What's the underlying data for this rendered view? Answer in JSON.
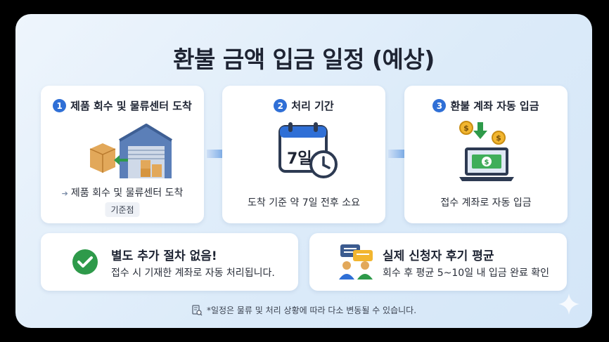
{
  "title": "환불 금액 입금 일정 (예상)",
  "steps": [
    {
      "num": "1",
      "heading": "제품 회수 및 물류센터 도착",
      "caption": "제품 회수 및 물류센터 도착",
      "tag": "기준점"
    },
    {
      "num": "2",
      "heading": "처리 기간",
      "calendar_text": "7일",
      "caption": "도착 기준 약 7일 전후 소요"
    },
    {
      "num": "3",
      "heading": "환불 계좌 자동 입금",
      "caption": "접수 계좌로 자동 입금"
    }
  ],
  "info": [
    {
      "title": "별도 추가 절차 없음!",
      "sub": "접수 시 기재한 계좌로 자동 처리됩니다."
    },
    {
      "title": "실제 신청자 후기 평균",
      "sub": "회수 후 평균 5~10일 내 입금 완료 확인"
    }
  ],
  "footnote": "*일정은 물류 및 처리 상황에 따라 다소 변동될 수 있습니다.",
  "colors": {
    "accent": "#2f6fd6",
    "check": "#2e9a4a",
    "background": "#dcebf9"
  }
}
